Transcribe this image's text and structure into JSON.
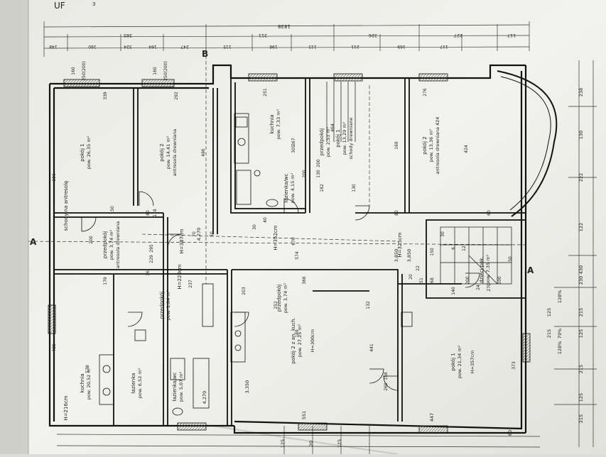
{
  "header": {
    "fragment": "UF",
    "corner_num": "3"
  },
  "dimensions": {
    "total": "1838",
    "top_row": [
      "385",
      "311",
      "326",
      "227",
      "117"
    ],
    "top_row2": [
      "148",
      "160",
      "324",
      "164",
      "247",
      "115",
      "196",
      "115",
      "211",
      "169",
      "117"
    ],
    "left_top": [
      "160",
      "250(200)",
      "160",
      "250(200)"
    ],
    "right_side": [
      "238",
      "130",
      "222",
      "122",
      "430",
      "230",
      "215",
      "125",
      "215",
      "125",
      "215"
    ],
    "right_small": [
      "128%",
      "79%",
      "128%",
      "125",
      "215"
    ],
    "bottom": [
      "125",
      "20",
      "125",
      "551",
      "447",
      "60"
    ],
    "misc": [
      "339",
      "292",
      "251",
      "276",
      "696",
      "486",
      "150",
      "80",
      "200",
      "295",
      "229",
      "179",
      "488",
      "579",
      "373",
      "441",
      "574",
      "670",
      "366",
      "189",
      "132",
      "252",
      "237",
      "203",
      "158",
      "260",
      "140",
      "169",
      "424",
      "464",
      "367",
      "305",
      "130",
      "182",
      "118",
      "80",
      "60",
      "50",
      "70",
      "130",
      "200",
      "40",
      "30",
      "36",
      "200"
    ]
  },
  "rooms": [
    {
      "name": "pokój 1",
      "area": "pow. 26,35 m²"
    },
    {
      "name": "pokój 2",
      "area": "pow. 14,41 m²",
      "extra": "antresola drewniana"
    },
    {
      "name": "kuchnia",
      "area": "pow. 7,33 m²"
    },
    {
      "name": "pokój 1",
      "area": "pow. 13,29 m²",
      "extra": "schody drewniane"
    },
    {
      "name": "przedpokój",
      "area": "pow. 2,53 m²"
    },
    {
      "name": "pokój 2",
      "area": "pow. 13,36 m²",
      "extra": "antresola drewniana 424"
    },
    {
      "name": "łazienka/wc",
      "area": "pow. 4,15 m²"
    },
    {
      "name": "schody na antresolę",
      "area": ""
    },
    {
      "name": "przedpokój",
      "area": "pow. 3,74 m²",
      "extra": "antresola drewniana"
    },
    {
      "name": "kuchnia",
      "area": "pow. 20,52 m²"
    },
    {
      "name": "łazienka",
      "area": "pow. 6,52 m²"
    },
    {
      "name": "łazienka/wc",
      "area": "pow. 5,07 m²"
    },
    {
      "name": "przedpokój",
      "area": "pow. 1,04 m²"
    },
    {
      "name": "przedpokój",
      "area": "pow. 3,74 m²"
    },
    {
      "name": "pokój 2 z an. kuch.",
      "area": "pow. 27,25 m²",
      "height": "H=300cm"
    },
    {
      "name": "pokój 1",
      "area": "pow. 21,34 m²",
      "height": "H=357cm"
    },
    {
      "name": "dzieci pok.",
      "area": "pow. 7,35 m²"
    }
  ],
  "heights": [
    "H=387cm",
    "H=325cm",
    "H=220cm",
    "H=352cm",
    "H=216cm"
  ],
  "levels": [
    "4,270",
    "3,850",
    "3,350",
    "4,270",
    "3,850"
  ],
  "section_marks": [
    "A",
    "A",
    "B"
  ],
  "stair": {
    "steps": [
      "6",
      "12",
      "150",
      "30",
      "22",
      "20",
      "51",
      "68",
      "200",
      "24",
      "270",
      "100",
      "50"
    ]
  }
}
